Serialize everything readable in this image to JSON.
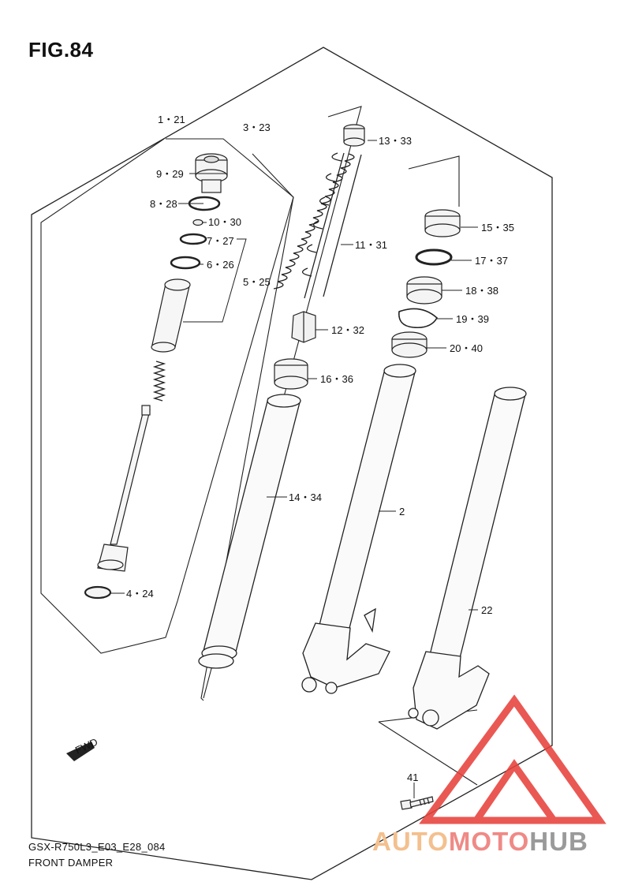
{
  "figure_title": "FIG.84",
  "footer": {
    "model_code": "GSX-R750L3_E03_E28_084",
    "section_name": "FRONT DAMPER"
  },
  "fwd_marker": "FWD",
  "watermark": {
    "part1": "AUTO",
    "part2": "MOTO",
    "part3": "HUB",
    "color_triangle": "#e8423c",
    "color_auto": "#f3c08e",
    "color_moto": "#ef8a86",
    "color_hub": "#9a9a9a"
  },
  "callouts": {
    "c1": "1・21",
    "c2": "2",
    "c3": "3・23",
    "c4": "4・24",
    "c5": "5・25",
    "c6": "6・26",
    "c7": "7・27",
    "c8": "8・28",
    "c9": "9・29",
    "c10": "10・30",
    "c11": "11・31",
    "c12": "12・32",
    "c13": "13・33",
    "c14": "14・34",
    "c15": "15・35",
    "c16": "16・36",
    "c17": "17・37",
    "c18": "18・38",
    "c19": "19・39",
    "c20": "20・40",
    "c22": "22",
    "c41": "41"
  }
}
